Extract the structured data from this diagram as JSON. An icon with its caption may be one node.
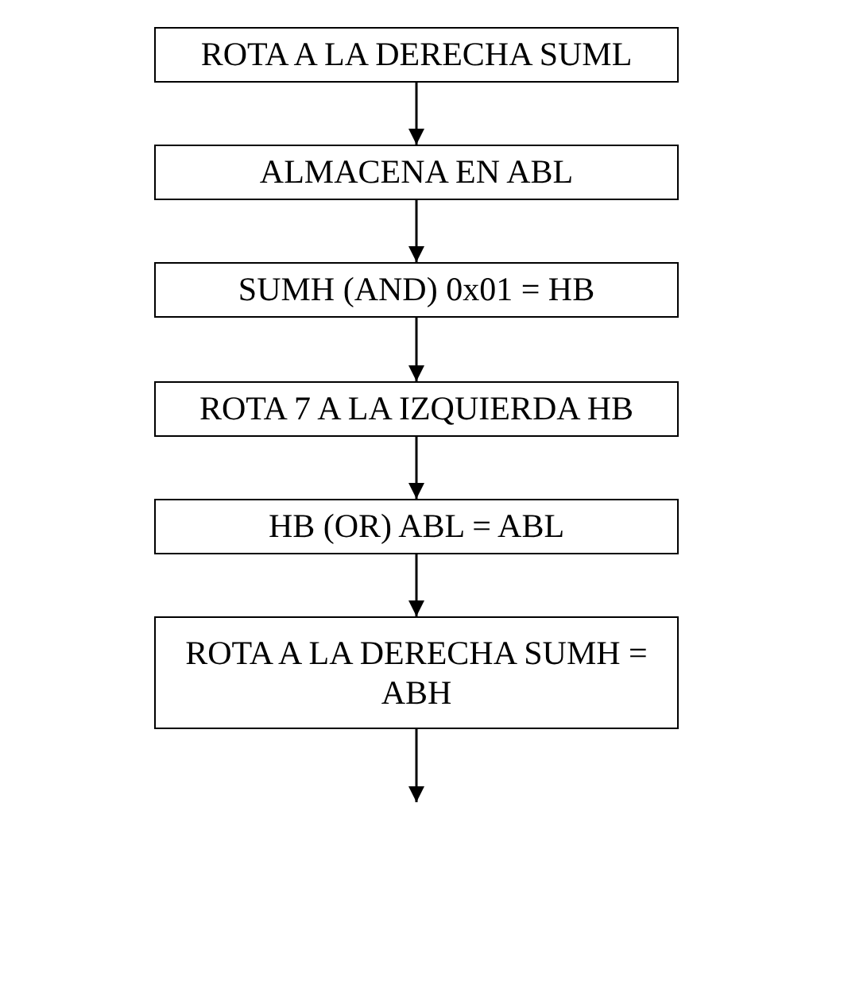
{
  "diagram": {
    "nodes": [
      {
        "text": [
          "ROTA A LA DERECHA SUML"
        ]
      },
      {
        "text": [
          "ALMACENA EN ABL"
        ]
      },
      {
        "text": [
          "SUMH (AND) 0x01 = HB"
        ]
      },
      {
        "text": [
          "ROTA 7 A LA IZQUIERDA HB"
        ]
      },
      {
        "text": [
          "HB (OR) ABL = ABL"
        ]
      },
      {
        "text": [
          "ROTA A LA DERECHA SUMH = ABH"
        ]
      }
    ],
    "edges": [
      {
        "from": 0,
        "to": 1,
        "arrow": "to"
      },
      {
        "from": 1,
        "to": 2,
        "arrow": "to"
      },
      {
        "from": 2,
        "to": 3,
        "arrow": "to"
      },
      {
        "from": 3,
        "to": 4,
        "arrow": "to"
      },
      {
        "from": 4,
        "to": 5,
        "arrow": "to"
      },
      {
        "from": 5,
        "to": null,
        "arrow": "to"
      }
    ]
  }
}
